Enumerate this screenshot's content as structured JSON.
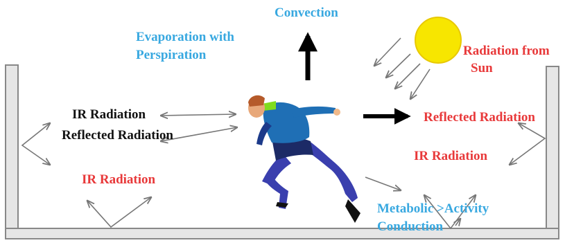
{
  "labels": {
    "convection": "Convection",
    "evaporation_line1": "Evaporation with",
    "evaporation_line2": "Perspiration",
    "radiation_sun_line1": "Radiation from",
    "radiation_sun_line2": "Sun",
    "ir_radiation_left": "IR Radiation",
    "reflected_radiation_left": "Reflected Radiation",
    "ir_radiation_bottom_left": "IR Radiation",
    "reflected_radiation_right": "Reflected Radiation",
    "ir_radiation_right": "IR Radiation",
    "metabolic_activity": "Metabolic >Activity",
    "conduction": "Conduction"
  },
  "colors": {
    "blue_label": "#38a8e0",
    "red_label": "#e8393a",
    "black_label": "#111111",
    "sun": "#f7e600",
    "wall": "#8c8c8c",
    "shirt": "#1f6fb5",
    "pants": "#3a3fae"
  }
}
